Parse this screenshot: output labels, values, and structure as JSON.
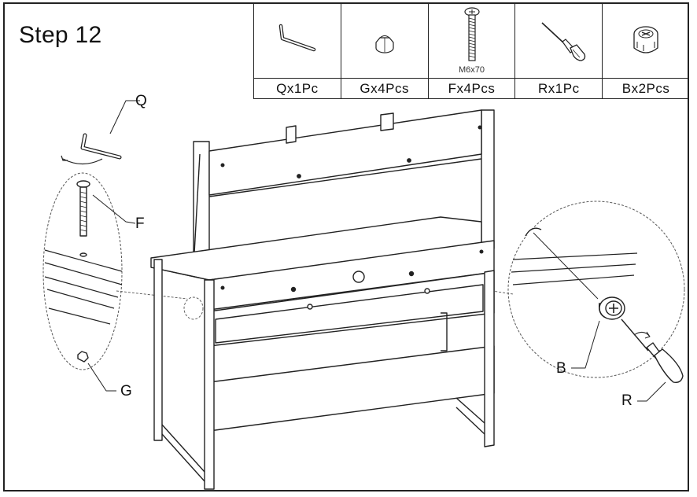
{
  "step": {
    "title": "Step 12"
  },
  "parts": [
    {
      "label": "Qx1Pc",
      "icon": "allen-key-icon"
    },
    {
      "label": "Gx4Pcs",
      "icon": "nut-icon"
    },
    {
      "label": "Fx4Pcs",
      "spec": "M6x70",
      "icon": "bolt-icon"
    },
    {
      "label": "Rx1Pc",
      "icon": "screwdriver-icon"
    },
    {
      "label": "Bx2Pcs",
      "icon": "cam-lock-icon"
    }
  ],
  "callouts": {
    "q": "Q",
    "f": "F",
    "g": "G",
    "b": "B",
    "r": "R"
  },
  "colors": {
    "line": "#222222",
    "panel": "#ffffff",
    "dash": "#555555"
  }
}
